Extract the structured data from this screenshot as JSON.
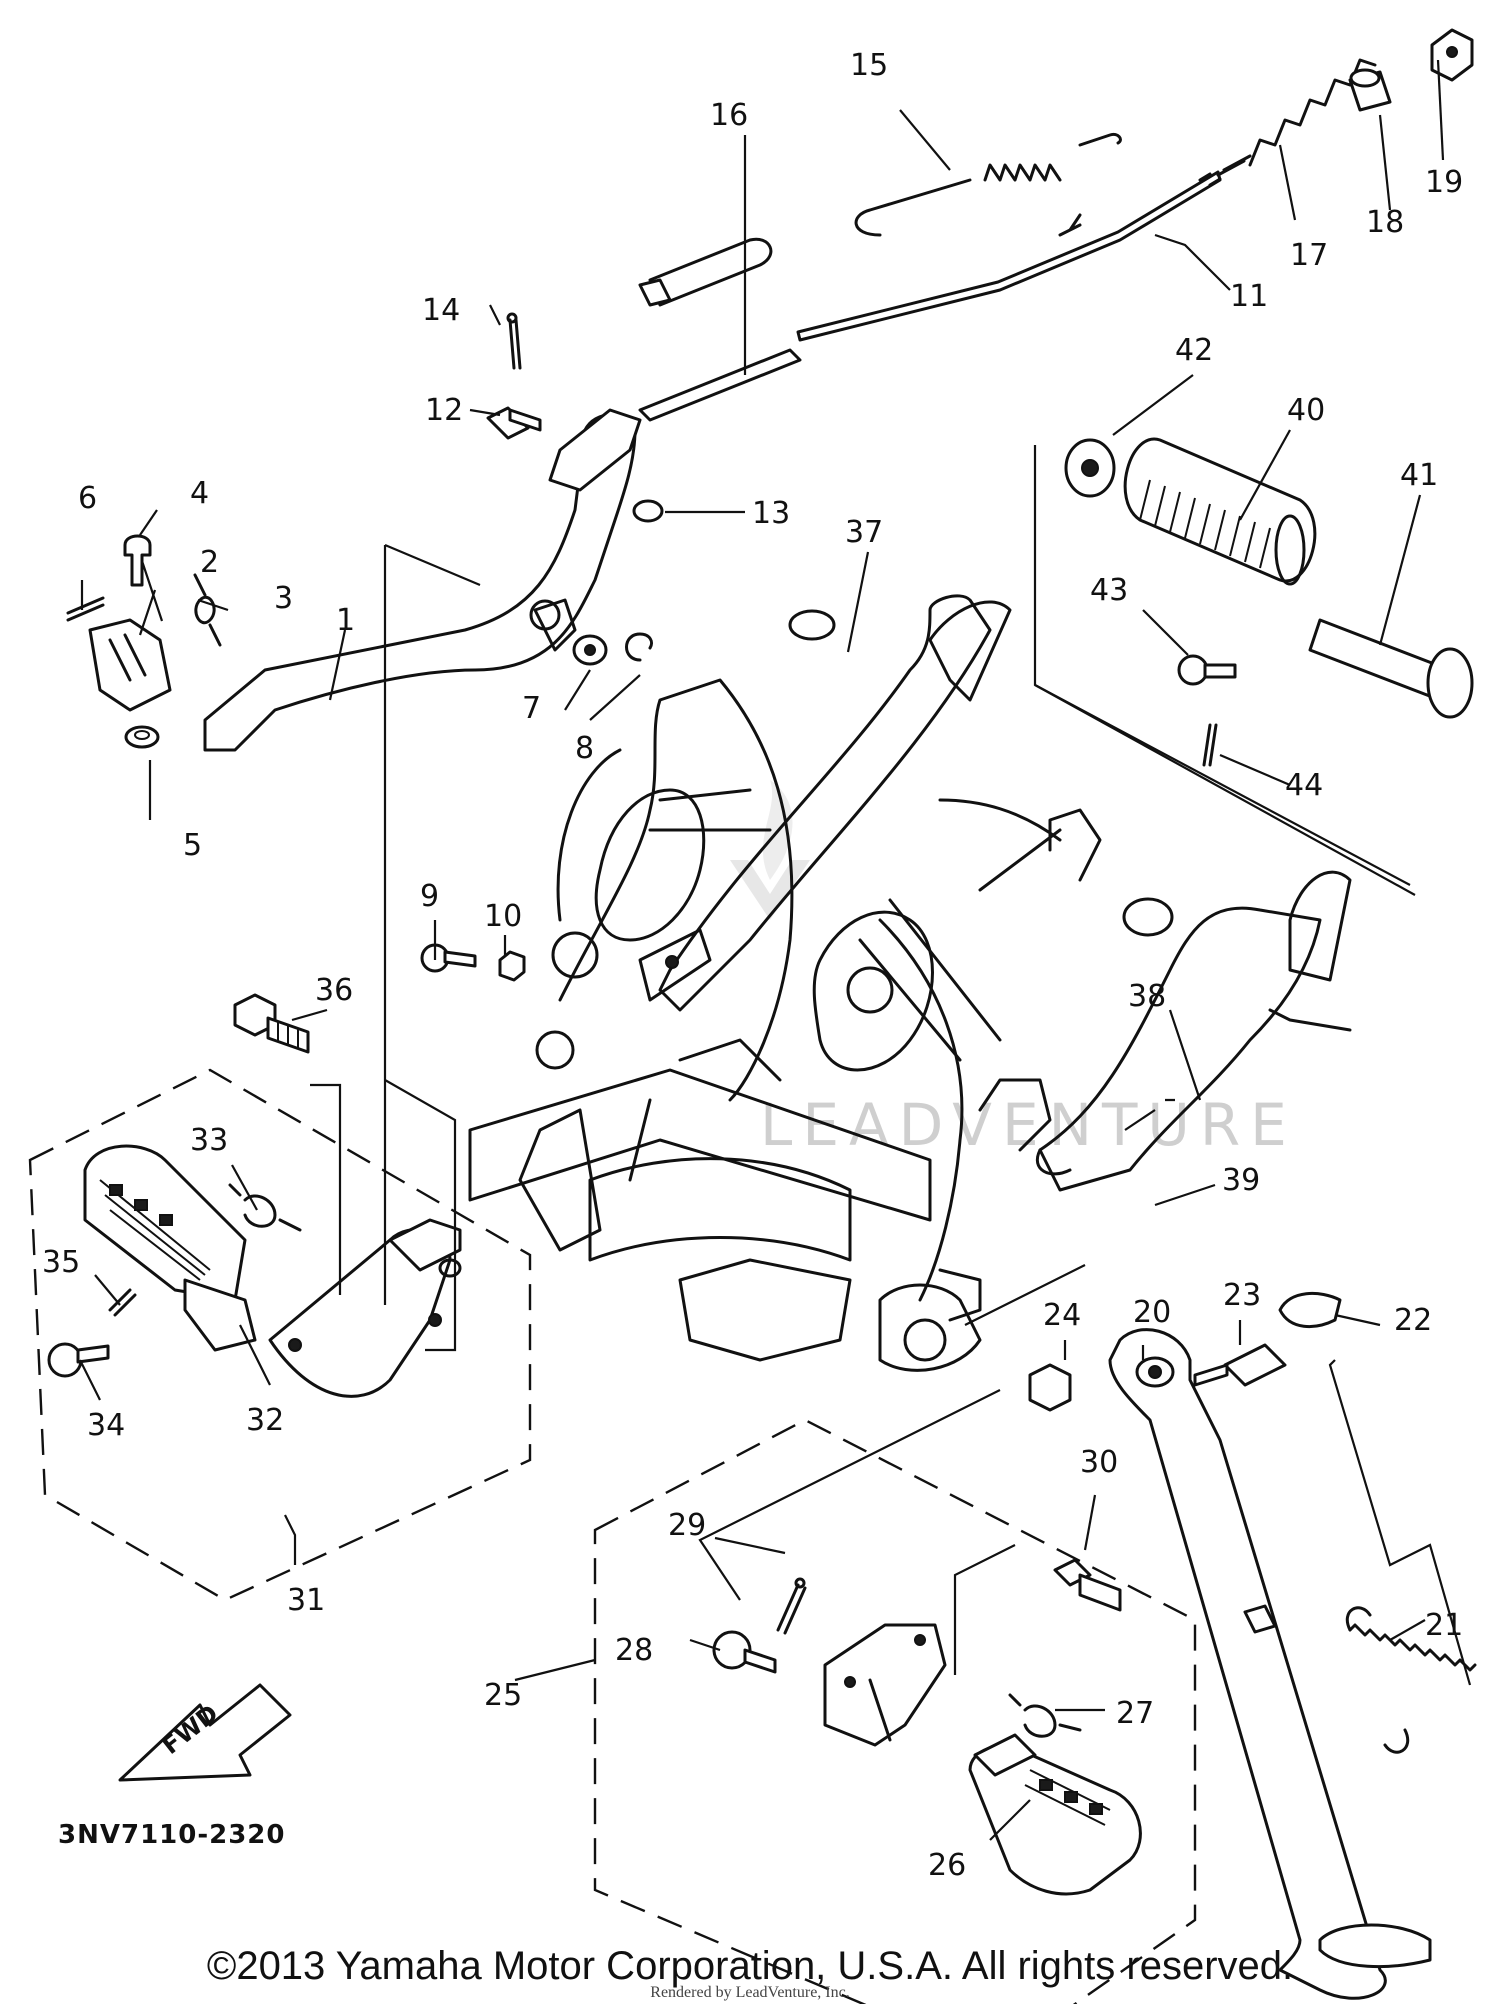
{
  "diagram": {
    "code": "3NV7110-2320",
    "fwd_label": "FWD",
    "watermark": "LEADVENTURE",
    "callouts": [
      "1",
      "2",
      "3",
      "4",
      "5",
      "6",
      "7",
      "8",
      "9",
      "10",
      "11",
      "12",
      "13",
      "14",
      "15",
      "16",
      "17",
      "18",
      "19",
      "20",
      "21",
      "22",
      "23",
      "24",
      "25",
      "26",
      "27",
      "28",
      "29",
      "30",
      "31",
      "32",
      "33",
      "34",
      "35",
      "36",
      "37",
      "38",
      "39",
      "40",
      "41",
      "42",
      "43",
      "44"
    ]
  },
  "footer": {
    "copyright": "©2013 Yamaha Motor Corporation, U.S.A. All rights reserved.",
    "rendered": "Rendered by LeadVenture, Inc."
  }
}
